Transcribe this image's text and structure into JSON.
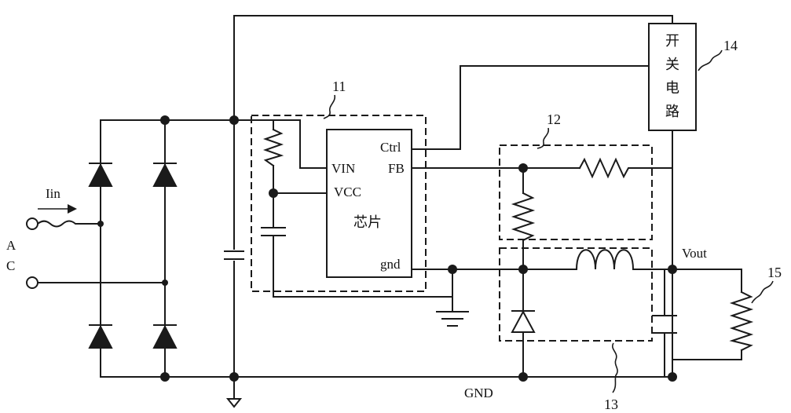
{
  "labels": {
    "iin": "Iin",
    "ac_a": "A",
    "ac_c": "C",
    "pin_vin": "VIN",
    "pin_vcc": "VCC",
    "pin_ctrl": "Ctrl",
    "pin_fb": "FB",
    "pin_gnd": "gnd",
    "chip": "芯片",
    "vout": "Vout",
    "gnd": "GND",
    "switch_chars": [
      "开",
      "关",
      "电",
      "路"
    ]
  },
  "callouts": {
    "block_11": "11",
    "block_12": "12",
    "block_13": "13",
    "block_14": "14",
    "block_15": "15"
  }
}
